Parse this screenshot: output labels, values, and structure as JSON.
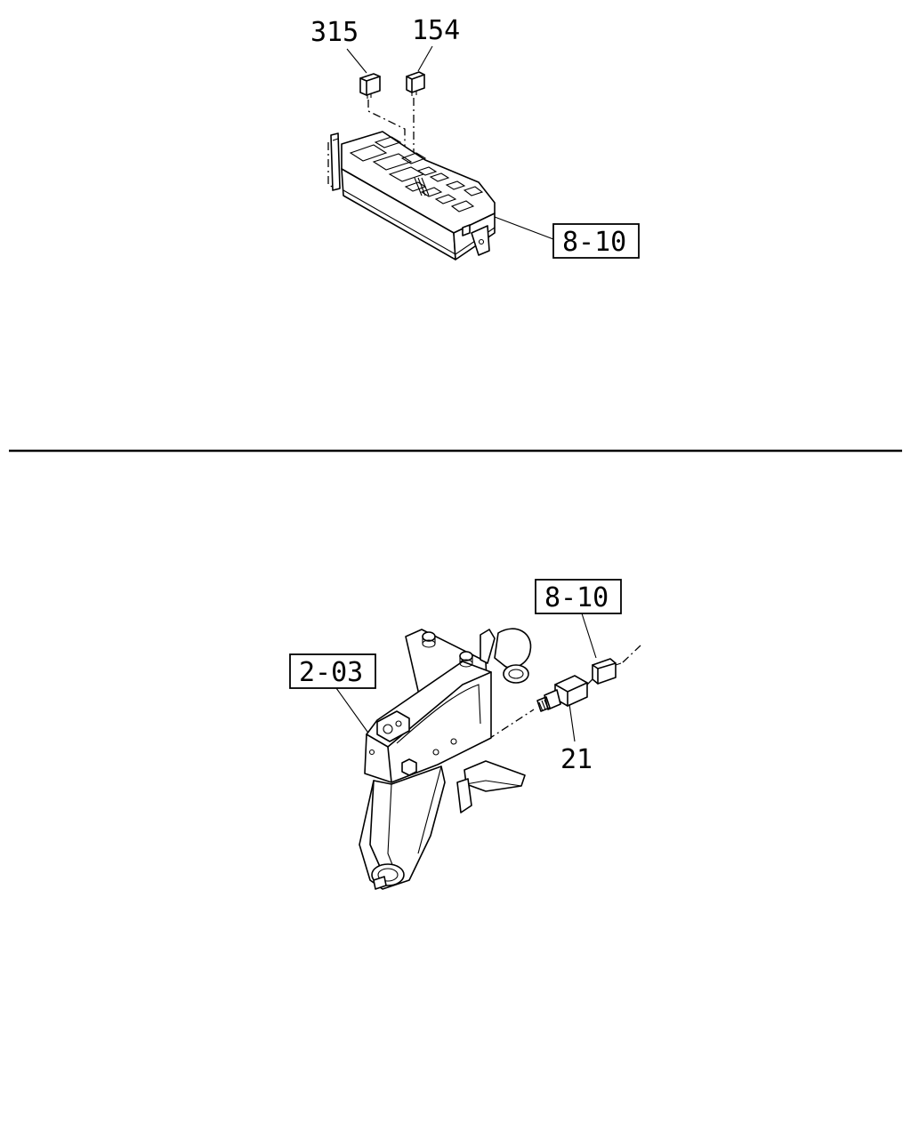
{
  "top_section": {
    "callouts": [
      {
        "id": "relay-1",
        "text": "315"
      },
      {
        "id": "relay-2",
        "text": "154"
      }
    ],
    "reference": "8-10"
  },
  "bottom_section": {
    "pedal_reference": "2-03",
    "connector_reference": "8-10",
    "switch_callout": "21"
  },
  "colors": {
    "line": "#000000",
    "background": "#ffffff"
  }
}
